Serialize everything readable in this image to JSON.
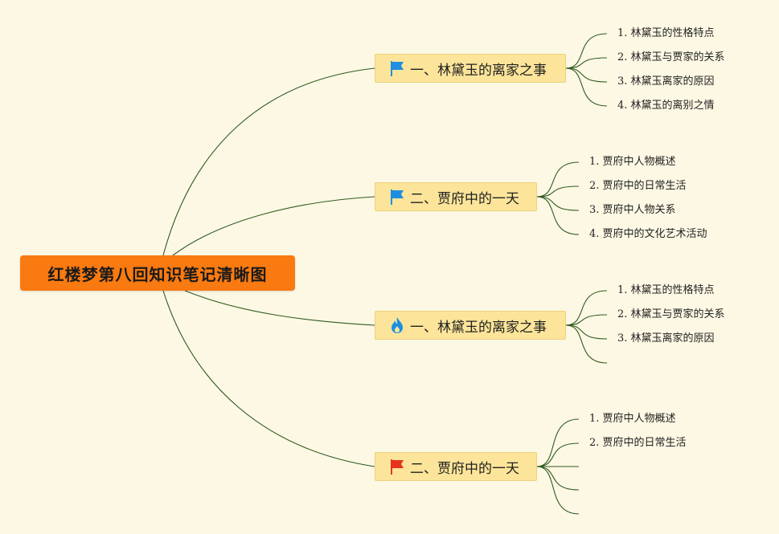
{
  "root": {
    "label": "红楼梦第八回知识笔记清晰图"
  },
  "branches": [
    {
      "label": "一、林黛玉的离家之事",
      "icon": "flag-icon",
      "icon_color": "#1e8fe0",
      "items": [
        "1. 林黛玉的性格特点",
        "2. 林黛玉与贾家的关系",
        "3. 林黛玉离家的原因",
        "4. 林黛玉的离别之情"
      ]
    },
    {
      "label": "二、贾府中的一天",
      "icon": "flag-icon",
      "icon_color": "#1e8fe0",
      "items": [
        "1. 贾府中人物概述",
        "2. 贾府中的日常生活",
        "3. 贾府中人物关系",
        "4. 贾府中的文化艺术活动"
      ]
    },
    {
      "label": "一、林黛玉的离家之事",
      "icon": "fire-icon",
      "icon_color": "#1e8fe0",
      "items": [
        "1. 林黛玉的性格特点",
        "2. 林黛玉与贾家的关系",
        "3. 林黛玉离家的原因",
        ""
      ]
    },
    {
      "label": "二、贾府中的一天",
      "icon": "flag-icon",
      "icon_color": "#e8331c",
      "items": [
        "1. 贾府中人物概述",
        "2. 贾府中的日常生活",
        "",
        "",
        ""
      ]
    }
  ],
  "colors": {
    "root_bg": "#f97a10",
    "branch_bg": "#fce59a",
    "line": "#2f5a1f",
    "background": "#fdf8e4"
  }
}
